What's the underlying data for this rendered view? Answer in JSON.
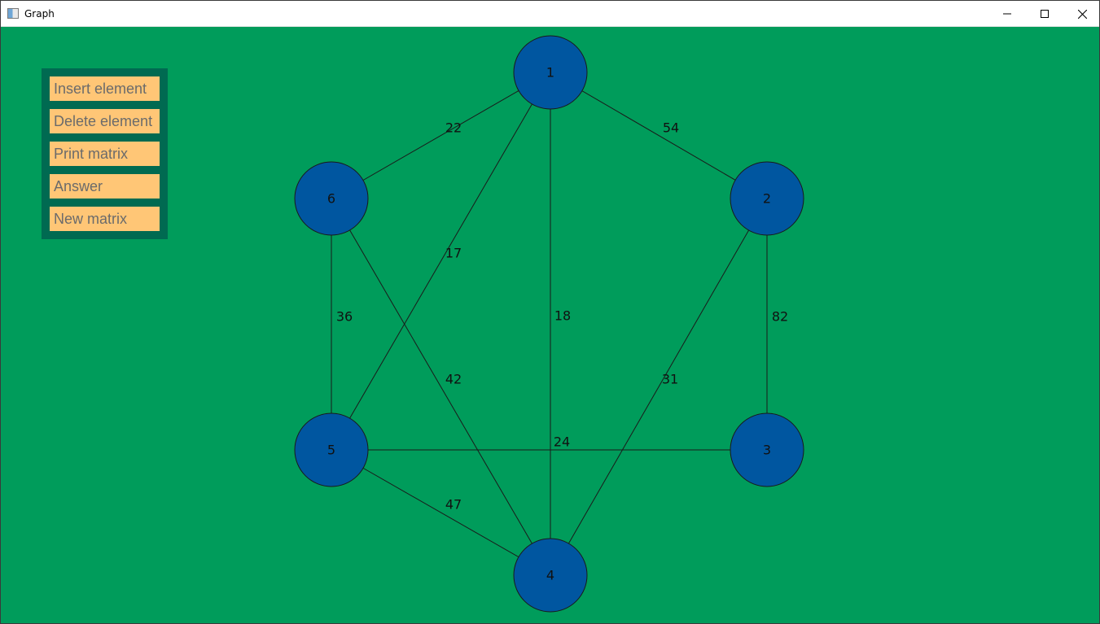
{
  "window": {
    "title": "Graph",
    "background": "#009c5b"
  },
  "menu": {
    "panel_color": "#006a51",
    "button_color": "#ffc676",
    "items": [
      {
        "label": "Insert element"
      },
      {
        "label": "Delete element"
      },
      {
        "label": "Print matrix"
      },
      {
        "label": "Answer"
      },
      {
        "label": "New matrix"
      }
    ]
  },
  "graph": {
    "node_color": "#0056a0",
    "nodes": [
      {
        "id": "1",
        "label": "1"
      },
      {
        "id": "2",
        "label": "2"
      },
      {
        "id": "3",
        "label": "3"
      },
      {
        "id": "4",
        "label": "4"
      },
      {
        "id": "5",
        "label": "5"
      },
      {
        "id": "6",
        "label": "6"
      }
    ],
    "edges": [
      {
        "from": "1",
        "to": "2",
        "weight": "54"
      },
      {
        "from": "1",
        "to": "6",
        "weight": "22"
      },
      {
        "from": "1",
        "to": "5",
        "weight": "17"
      },
      {
        "from": "1",
        "to": "4",
        "weight": "18"
      },
      {
        "from": "2",
        "to": "3",
        "weight": "82"
      },
      {
        "from": "2",
        "to": "4",
        "weight": "31"
      },
      {
        "from": "6",
        "to": "5",
        "weight": "36"
      },
      {
        "from": "6",
        "to": "4",
        "weight": "42"
      },
      {
        "from": "5",
        "to": "3",
        "weight": "24"
      },
      {
        "from": "5",
        "to": "4",
        "weight": "47"
      }
    ]
  }
}
